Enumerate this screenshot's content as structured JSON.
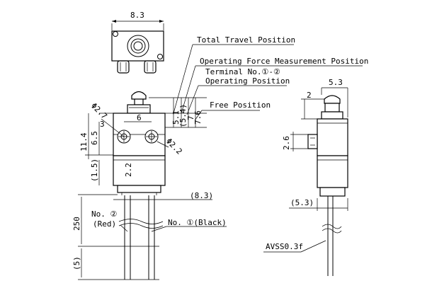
{
  "top_view": {
    "width_dim": "8.3"
  },
  "labels": {
    "total_travel": "Total Travel Position",
    "operating_force": "Operating Force Measurement Position",
    "terminal_line1": "Terminal No.①-②",
    "terminal_line2": "Operating Position",
    "free_position": "Free Position",
    "no2_line1": "No. ②",
    "no2_line2": "(Red)",
    "no1": "No. ①(Black)",
    "avss": "AVSS0.3f"
  },
  "front_dims": {
    "d27": "Φ2.7",
    "d3": "3",
    "d6": "6",
    "d22_dia": "Φ2.2",
    "h114": "11.4",
    "h65": "6.5",
    "h15": "(1.5)",
    "h22": "2.2",
    "w83": "(8.3)",
    "h250": "250",
    "h5": "(5)",
    "v51": "5.1",
    "v54": "(5.4)",
    "v7": "7",
    "v76": "7.6"
  },
  "side_dims": {
    "w53": "5.3",
    "h2": "2",
    "h26": "2.6",
    "w53p": "(5.3)"
  }
}
